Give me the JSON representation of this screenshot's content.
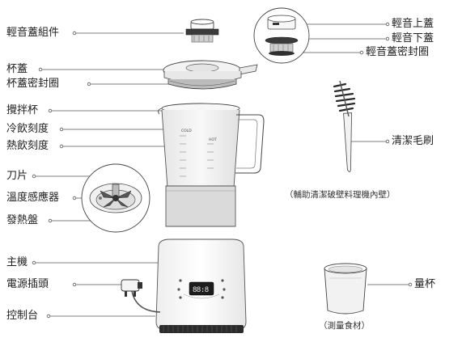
{
  "labels": {
    "lid_assembly": "輕音蓋組件",
    "cup_lid": "杯蓋",
    "cup_lid_seal": "杯蓋密封圈",
    "blender_jar": "攪拌杯",
    "cold_drink_scale": "冷飲刻度",
    "hot_drink_scale": "熱飲刻度",
    "blade": "刀片",
    "temperature_sensor": "溫度感應器",
    "heating_plate": "發熱盤",
    "main_unit": "主機",
    "power_plug": "電源插頭",
    "control_panel": "控制台",
    "lid_upper": "輕音上蓋",
    "lid_lower": "輕音下蓋",
    "lid_seal": "輕音蓋密封圈",
    "brush": "清潔毛刷",
    "brush_note": "（輔助清潔破壁料理機內壁）",
    "measuring_cup": "量杯",
    "measuring_cup_note": "（測量食材）"
  },
  "jar_marks": {
    "cold": "COLD",
    "hot": "HOT"
  },
  "colors": {
    "line": "#555555",
    "outline": "#666666",
    "dark": "#2a2a2a",
    "grey": "#d8d8d8"
  }
}
